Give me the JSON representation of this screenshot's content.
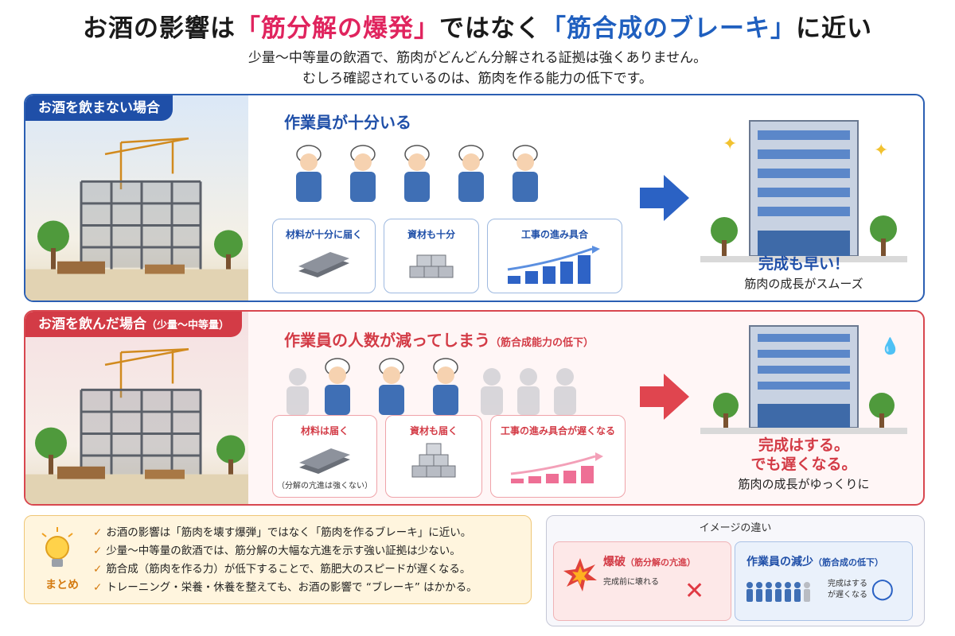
{
  "title": {
    "part1": "お酒の影響は",
    "part2": "「筋分解の爆発」",
    "part3": "ではなく",
    "part4": "「筋合成のブレーキ」",
    "part5": "に近い"
  },
  "subtitle": {
    "line1": "少量〜中等量の飲酒で、筋肉がどんどん分解される証拠は強くありません。",
    "line2": "むしろ確認されているのは、筋肉を作る能力の低下です。"
  },
  "no_alcohol": {
    "tag": "お酒を飲まない場合",
    "heading": "作業員が十分いる",
    "worker_count": 5,
    "boxes": [
      {
        "label": "材料が十分に届く"
      },
      {
        "label": "資材も十分"
      },
      {
        "label": "工事の進み具合"
      }
    ],
    "result_big": "完成も早い！",
    "result_small": "筋肉の成長がスムーズ",
    "accent": "#1f4fa8"
  },
  "with_alcohol": {
    "tag": "お酒を飲んだ場合",
    "tag_note": "（少量〜中等量）",
    "heading": "作業員の人数が減ってしまう",
    "heading_note": "（筋合成能力の低下）",
    "active_workers": 3,
    "absent_workers": 4,
    "boxes": [
      {
        "label": "材料は届く",
        "note": "（分解の亢進は強くない）"
      },
      {
        "label": "資材も届く"
      },
      {
        "label": "工事の進み具合が遅くなる"
      }
    ],
    "result_line1": "完成はする。",
    "result_line2": "でも遅くなる。",
    "result_small": "筋肉の成長がゆっくりに",
    "accent": "#d33b46"
  },
  "summary": {
    "label": "まとめ",
    "items": [
      "お酒の影響は「筋肉を壊す爆弾」ではなく「筋肉を作るブレーキ」に近い。",
      "少量〜中等量の飲酒では、筋分解の大幅な亢進を示す強い証拠は少ない。",
      "筋合成（筋肉を作る力）が低下することで、筋肥大のスピードが遅くなる。",
      "トレーニング・栄養・休養を整えても、お酒の影響で “ブレーキ” はかかる。"
    ]
  },
  "image_diff": {
    "title": "イメージの違い",
    "explosion": {
      "title": "爆破",
      "note": "（筋分解の亢進）",
      "sub": "完成前に壊れる",
      "mark": "✕"
    },
    "reduction": {
      "title": "作業員の減少",
      "note": "（筋合成の低下）",
      "sub1": "完成はする",
      "sub2": "が遅くなる",
      "mark": "○"
    }
  },
  "icons": [
    "lightbulb-icon",
    "check-icon",
    "arrow-right-icon",
    "sparkle-icon",
    "sweat-drop-icon",
    "explosion-icon",
    "cross-icon",
    "circle-icon"
  ]
}
